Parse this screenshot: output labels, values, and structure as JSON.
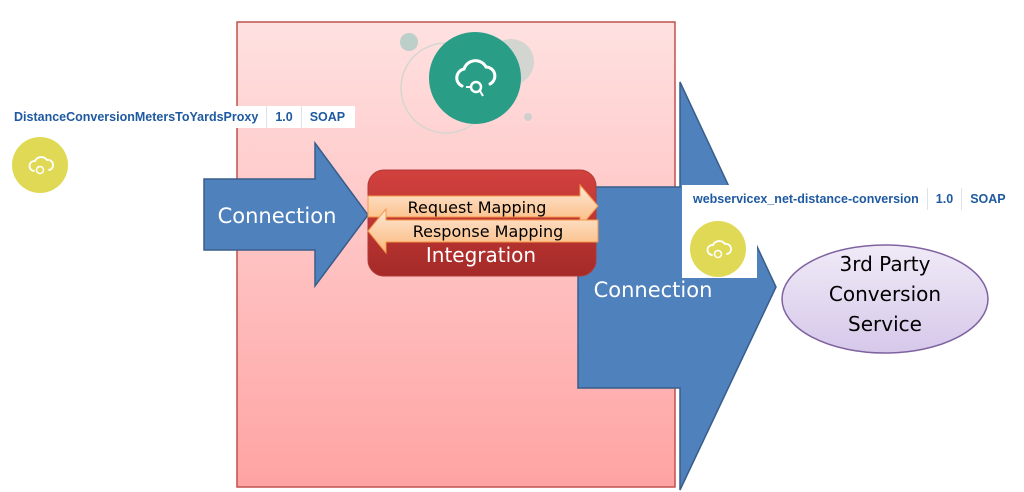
{
  "source_service": {
    "name": "DistanceConversionMetersToYardsProxy",
    "version": "1.0",
    "protocol": "SOAP",
    "icon": "cloud-connection-icon",
    "icon_color": "#dfd955"
  },
  "target_service": {
    "name": "webservicex_net-distance-conversion",
    "version": "1.0",
    "protocol": "SOAP",
    "icon": "cloud-connection-icon",
    "icon_color": "#dfd955"
  },
  "integration_box": {
    "icon": "cloud-integration-icon",
    "icon_color": "#2a9d87",
    "fill_color": "#ffc7c7",
    "border_color": "#c0504d"
  },
  "inbound_arrow": {
    "label": "Connection",
    "color": "#4f81bd"
  },
  "outbound_arrow": {
    "label": "Connection",
    "color": "#4f81bd"
  },
  "integration_block": {
    "label": "Integration",
    "color": "#c0393b",
    "request_mapping": "Request Mapping",
    "response_mapping": "Response Mapping",
    "mapping_color": "#fcd5b4"
  },
  "third_party": {
    "lines": [
      "3rd Party",
      "Conversion",
      "Service"
    ],
    "fill_color": "#e4dcf0",
    "border_color": "#8064a2"
  }
}
